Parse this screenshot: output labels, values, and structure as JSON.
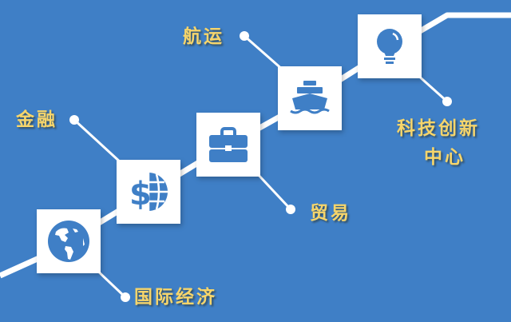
{
  "diagram": {
    "background_color": "#3f7fc6",
    "accent_text_color": "#f6d56b",
    "nodes": [
      {
        "id": "global-economy",
        "icon": "globe-icon",
        "label": "国际经济"
      },
      {
        "id": "finance",
        "icon": "dollar-globe-icon",
        "label": "金融"
      },
      {
        "id": "trade",
        "icon": "briefcase-icon",
        "label": "贸易"
      },
      {
        "id": "shipping",
        "icon": "ship-icon",
        "label": "航运"
      },
      {
        "id": "tech-innovation",
        "icon": "lightbulb-icon",
        "label_line1": "科技创新",
        "label_line2": "中心"
      }
    ]
  }
}
